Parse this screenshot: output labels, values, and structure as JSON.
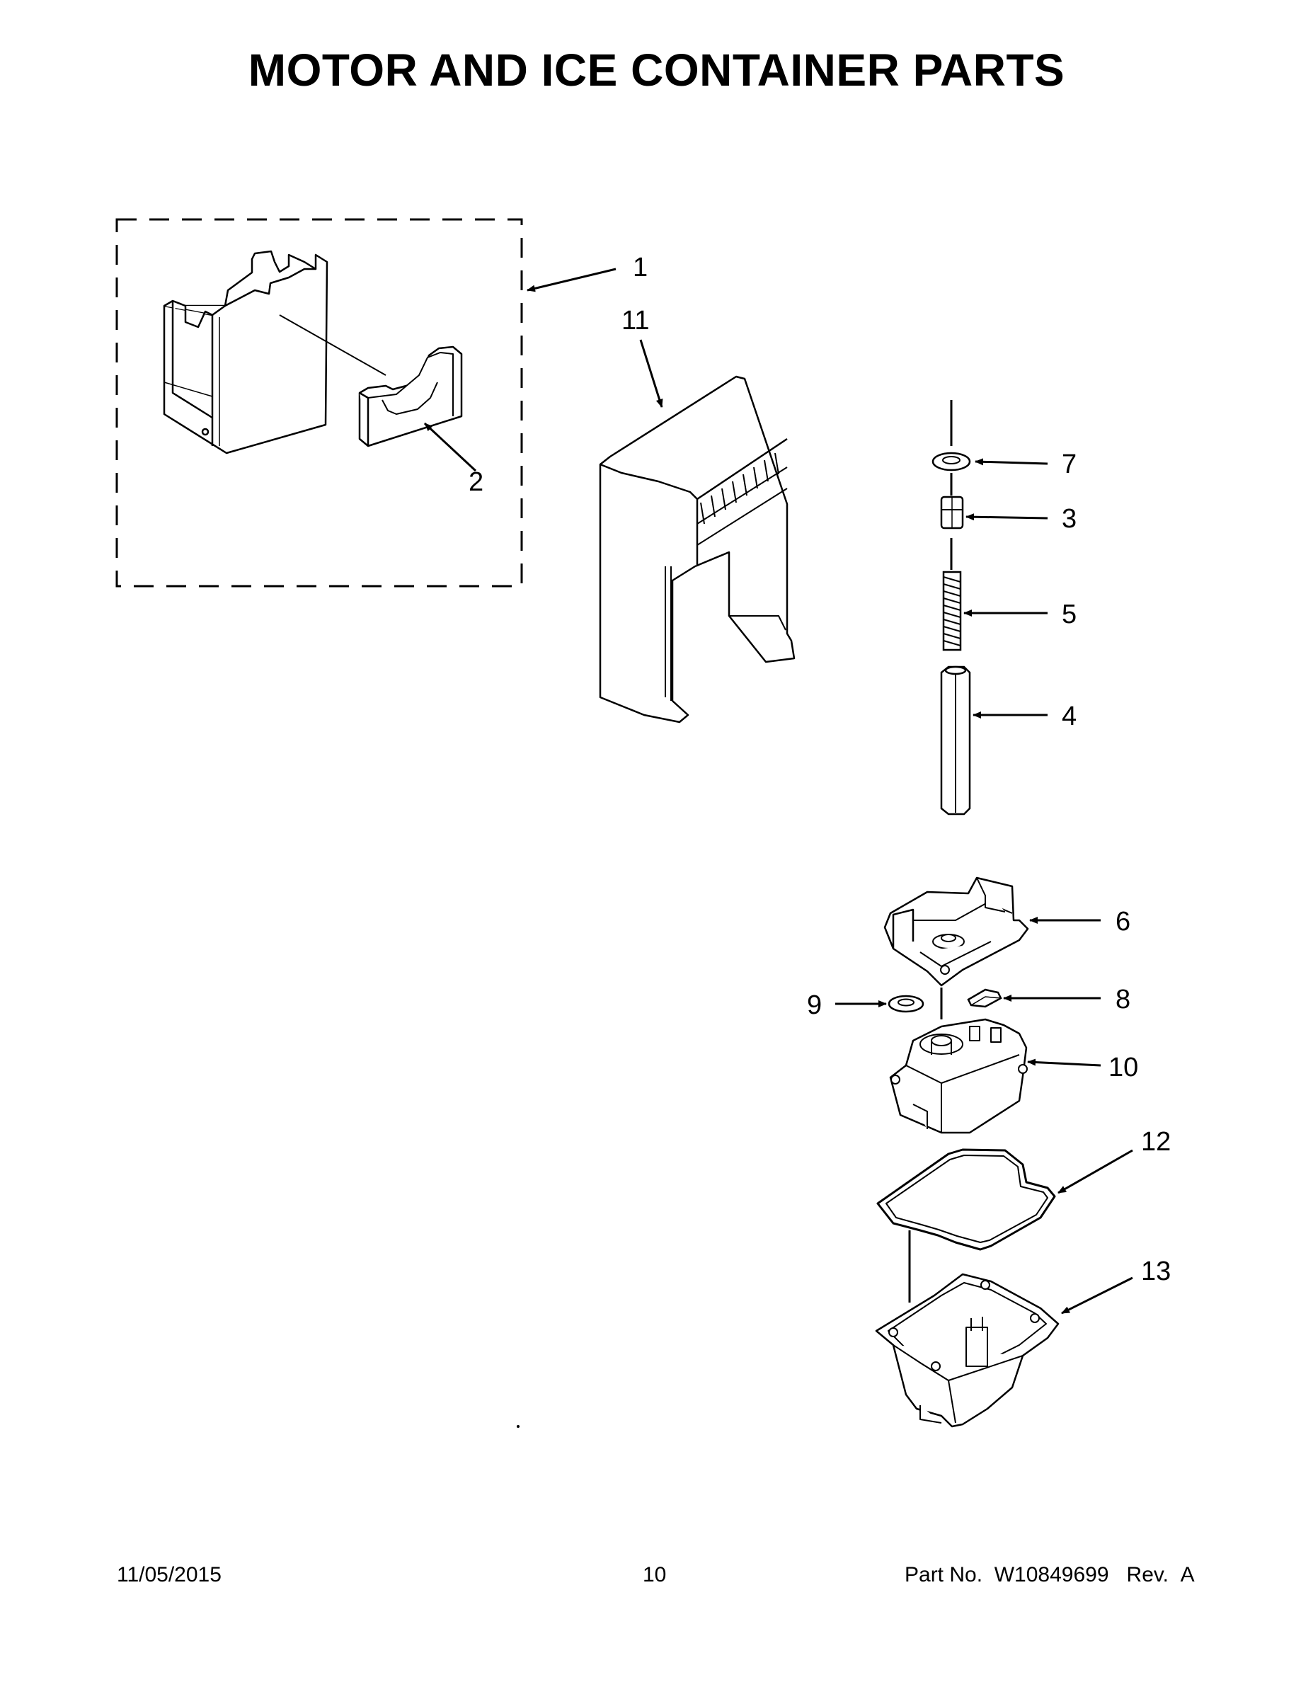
{
  "title": "MOTOR AND ICE CONTAINER PARTS",
  "callouts": {
    "c1": "1",
    "c2": "2",
    "c3": "3",
    "c4": "4",
    "c5": "5",
    "c6": "6",
    "c7": "7",
    "c8": "8",
    "c9": "9",
    "c10": "10",
    "c11": "11",
    "c12": "12",
    "c13": "13"
  },
  "footer": {
    "date": "11/05/2015",
    "page": "10",
    "part_label": "Part No.",
    "part_number": "W10849699",
    "rev_label": "Rev.",
    "rev": "A"
  }
}
